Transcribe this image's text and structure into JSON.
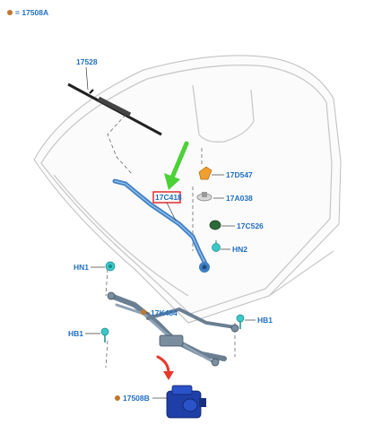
{
  "legend": {
    "code": "17508A",
    "dot_color": "#c0782c"
  },
  "callouts": {
    "wiper_blade": "17528",
    "wiper_arm": "17C418",
    "nozzle": "17D547",
    "clip": "17A038",
    "cap": "17C526",
    "nut_right": "HN2",
    "nut_left": "HN1",
    "linkage": "17K484",
    "bolt_left": "HB1",
    "bolt_right": "HB1",
    "motor": "17508B"
  },
  "colors": {
    "callout_text": "#1f6fc2",
    "highlight_box": "#e02020",
    "green_arrow": "#4cd137",
    "red_arrow": "#e8392b",
    "part_blue": "#3f7fc4",
    "part_teal": "#3cc7c7",
    "part_orange": "#f0a030",
    "motor_blue": "#1f3fa8",
    "dot_orange": "#c0782c"
  },
  "icons": {
    "green_arrow": "arrow-down-left-icon",
    "red_arrow": "curved-arrow-down-icon"
  }
}
